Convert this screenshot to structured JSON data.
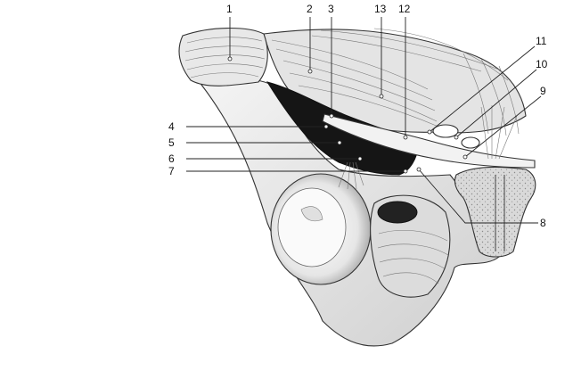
{
  "figure": {
    "labels": {
      "l1": "1",
      "l2": "2",
      "l3": "3",
      "l4": "4",
      "l5": "5",
      "l6": "6",
      "l7": "7",
      "l8": "8",
      "l9": "9",
      "l10": "10",
      "l11": "11",
      "l12": "12",
      "l13": "13"
    }
  }
}
